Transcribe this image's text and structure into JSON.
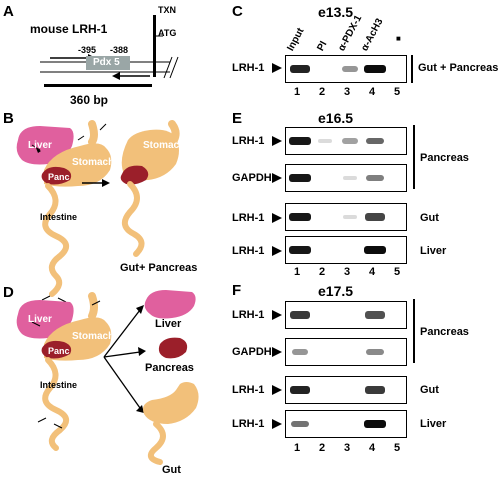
{
  "panels": {
    "A": "A",
    "B": "B",
    "C": "C",
    "D": "D",
    "E": "E",
    "F": "F"
  },
  "panelA": {
    "title": "mouse LRH-1",
    "txn": "TXN",
    "atg": "ATG",
    "pos1": "-395",
    "pos2": "-388",
    "pdx": "Pdx 5",
    "size": "360 bp"
  },
  "panelB": {
    "liver": "Liver",
    "stomach": "Stomach",
    "panc": "Panc",
    "intestine": "Intestine",
    "stomach2": "Stomach",
    "caption": "Gut+ Pancreas"
  },
  "panelD": {
    "liver": "Liver",
    "stomach": "Stomach",
    "panc": "Panc",
    "intestine": "Intestine",
    "liver_out": "Liver",
    "pancreas_out": "Pancreas",
    "gut_out": "Gut"
  },
  "panelC": {
    "stage": "e13.5",
    "lanes_header": [
      "Input",
      "PI",
      "α-PDX-1",
      "α-AcH3",
      "■"
    ],
    "row_label": "LRH-1",
    "bracket_label": "Gut + Pancreas",
    "lane_numbers": [
      "1",
      "2",
      "3",
      "4",
      "5"
    ],
    "band_intensity": [
      0.85,
      0.0,
      0.35,
      0.95,
      0.0
    ]
  },
  "panelE": {
    "stage": "e16.5",
    "rows": [
      {
        "label": "LRH-1",
        "intensity": [
          0.9,
          0.05,
          0.3,
          0.55,
          0.0
        ]
      },
      {
        "label": "GAPDH",
        "intensity": [
          0.9,
          0.0,
          0.05,
          0.45,
          0.0
        ]
      },
      {
        "label": "LRH-1",
        "intensity": [
          0.9,
          0.0,
          0.05,
          0.7,
          0.0
        ]
      },
      {
        "label": "LRH-1",
        "intensity": [
          0.9,
          0.0,
          0.0,
          0.95,
          0.0
        ]
      }
    ],
    "pancreas": "Pancreas",
    "gut": "Gut",
    "liver": "Liver",
    "lane_numbers": [
      "1",
      "2",
      "3",
      "4",
      "5"
    ]
  },
  "panelF": {
    "stage": "e17.5",
    "rows": [
      {
        "label": "LRH-1",
        "intensity": [
          0.75,
          0.0,
          0.0,
          0.65,
          0.0
        ]
      },
      {
        "label": "GAPDH",
        "intensity": [
          0.35,
          0.0,
          0.0,
          0.4,
          0.0
        ]
      },
      {
        "label": "LRH-1",
        "intensity": [
          0.85,
          0.0,
          0.0,
          0.75,
          0.0
        ]
      },
      {
        "label": "LRH-1",
        "intensity": [
          0.5,
          0.0,
          0.0,
          0.95,
          0.0
        ]
      }
    ],
    "pancreas": "Pancreas",
    "gut": "Gut",
    "liver": "Liver",
    "lane_numbers": [
      "1",
      "2",
      "3",
      "4",
      "5"
    ]
  }
}
